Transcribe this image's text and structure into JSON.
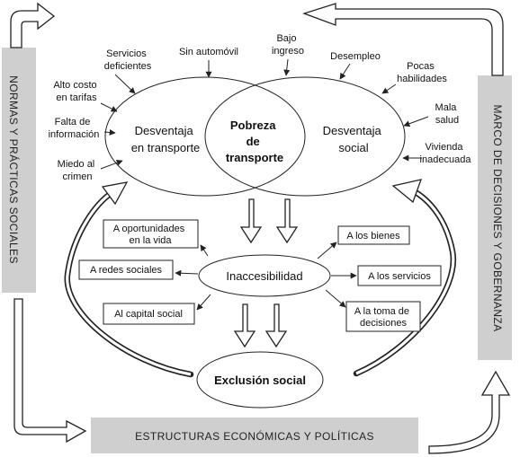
{
  "colors": {
    "band_fill": "#cfcfcf",
    "stroke": "#222222",
    "background": "#ffffff"
  },
  "bands": {
    "left": "NORMAS Y PRÁCTICAS SOCIALES",
    "right": "MARCO DE DECISIONES Y GOBERNANZA",
    "bottom": "ESTRUCTURAS ECONÓMICAS Y POLÍTICAS"
  },
  "venn": {
    "left_title": [
      "Desventaja",
      "en transporte"
    ],
    "right_title": [
      "Desventaja",
      "social"
    ],
    "center_title": [
      "Pobreza",
      "de",
      "transporte"
    ]
  },
  "left_factors": {
    "services": [
      "Servicios",
      "deficientes"
    ],
    "no_car": "Sin automóvil",
    "fares": [
      "Alto costo",
      "en tarifas"
    ],
    "info": [
      "Falta de",
      "información"
    ],
    "crime": [
      "Miedo al",
      "crimen"
    ]
  },
  "right_factors": {
    "low_income": [
      "Bajo",
      "ingreso"
    ],
    "unemployment": "Desempleo",
    "skills": [
      "Pocas",
      "habilidades"
    ],
    "health": [
      "Mala",
      "salud"
    ],
    "housing": [
      "Vivienda",
      "inadecuada"
    ]
  },
  "inaccessibility": {
    "title": "Inaccesibilidad",
    "opportunities": [
      "A oportunidades",
      "en la vida"
    ],
    "networks": "A redes sociales",
    "capital": "Al capital social",
    "goods": "A los bienes",
    "services": "A los servicios",
    "decisions": [
      "A la toma de",
      "decisiones"
    ]
  },
  "exclusion": {
    "title": "Exclusión social"
  }
}
